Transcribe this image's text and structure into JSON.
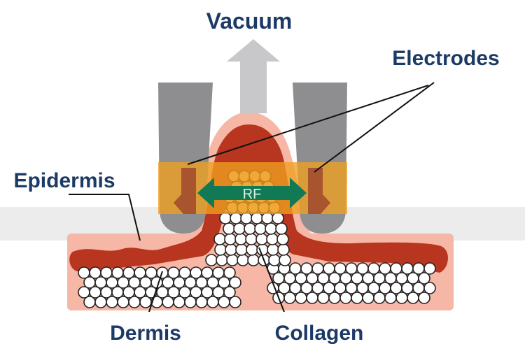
{
  "diagram": {
    "labels": {
      "vacuum": "Vacuum",
      "electrodes": "Electrodes",
      "epidermis": "Epidermis",
      "dermis": "Dermis",
      "collagen": "Collagen",
      "rf": "RF"
    },
    "colors": {
      "label_text": "#1c3a66",
      "electrode_housing": "#8e8e90",
      "vacuum_arrow": "#c8c8cb",
      "band": "#f0c070",
      "electrode_plate": "#a8542e",
      "skin_outer": "#f6b7a6",
      "epidermis": "#b8351f",
      "collagen_fill": "#ffffff",
      "rf_arrow": "#117a54",
      "gray_strip": "#ececec"
    }
  }
}
